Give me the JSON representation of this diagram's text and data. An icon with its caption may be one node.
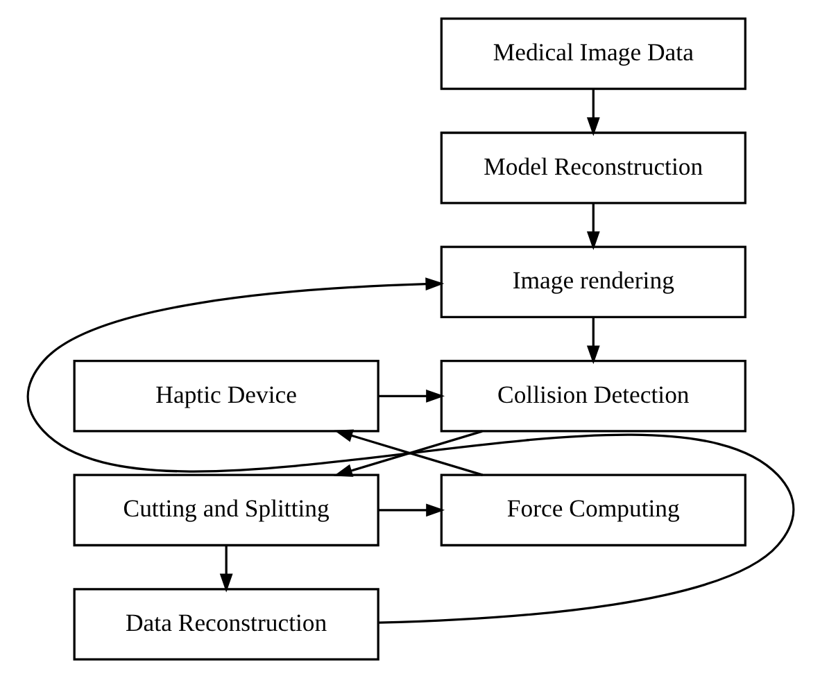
{
  "diagram": {
    "nodes": [
      {
        "text": [
          "Medical Image Data"
        ]
      },
      {
        "text": [
          "Model Reconstruction"
        ]
      },
      {
        "text": [
          "Image rendering"
        ]
      },
      {
        "text": [
          "Collision Detection"
        ]
      },
      {
        "text": [
          "Cutting and Splitting"
        ]
      },
      {
        "text": [
          "Data Reconstruction"
        ]
      },
      {
        "text": [
          "Force Computing"
        ]
      },
      {
        "text": [
          "Haptic Device"
        ]
      }
    ],
    "edges": [
      {
        "from": 0,
        "to": 1,
        "arrow": "to"
      },
      {
        "from": 1,
        "to": 2,
        "arrow": "to"
      },
      {
        "from": 5,
        "to": 2,
        "arrow": "to"
      },
      {
        "from": 2,
        "to": 3,
        "arrow": "to"
      },
      {
        "from": 3,
        "to": 4,
        "arrow": "to"
      },
      {
        "from": 4,
        "to": 5,
        "arrow": "to"
      },
      {
        "from": 4,
        "to": 6,
        "arrow": "to"
      },
      {
        "from": 6,
        "to": 7,
        "arrow": "to"
      },
      {
        "from": 7,
        "to": 3,
        "arrow": "to"
      }
    ]
  }
}
